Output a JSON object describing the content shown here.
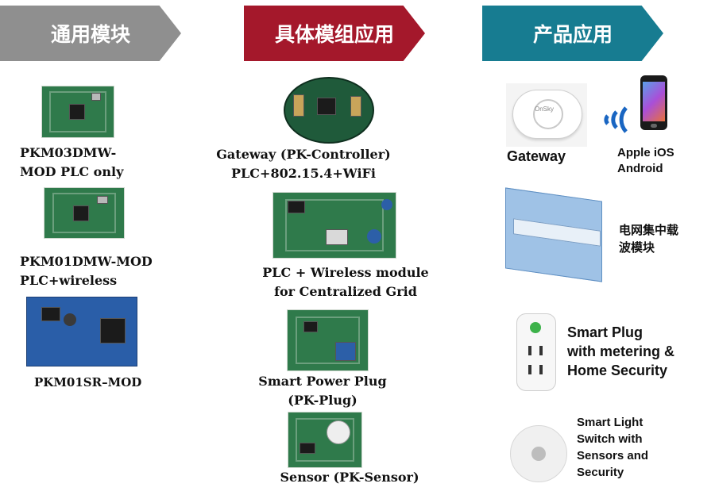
{
  "colors": {
    "banner_general": "#8f8f8f",
    "banner_specific": "#a4182b",
    "banner_product": "#177c91",
    "pcb_green": "#2f7a4b",
    "pcb_blue": "#2a5ea8"
  },
  "banners": {
    "general": "通用模块",
    "specific": "具体模组应用",
    "product": "产品应用"
  },
  "general_modules": [
    {
      "line1": "PKM03DMW-",
      "line2": "MOD PLC only"
    },
    {
      "line1": "PKM01DMW-MOD",
      "line2": "PLC+wireless"
    },
    {
      "line1": "PKM01SR–MOD"
    }
  ],
  "specific_apps": [
    {
      "line1": "Gateway (PK-Controller)",
      "line2": "PLC+802.15.4+WiFi"
    },
    {
      "line1": "PLC + Wireless module",
      "line2": "for Centralized Grid"
    },
    {
      "line1": "Smart Power Plug",
      "line2": "(PK-Plug)"
    },
    {
      "line1": "Sensor (PK-Sensor)"
    }
  ],
  "products": {
    "gateway": "Gateway",
    "phone_line1": "Apple iOS",
    "phone_line2": "Android",
    "grid_line1": "电网集中载",
    "grid_line2": "波模块",
    "plug_line1": "Smart Plug",
    "plug_line2": "with metering &",
    "plug_line3": "Home Security",
    "light_line1": "Smart Light",
    "light_line2": "Switch with",
    "light_line3": "Sensors and",
    "light_line4": "Security",
    "gateway_logo": "OnSky"
  }
}
